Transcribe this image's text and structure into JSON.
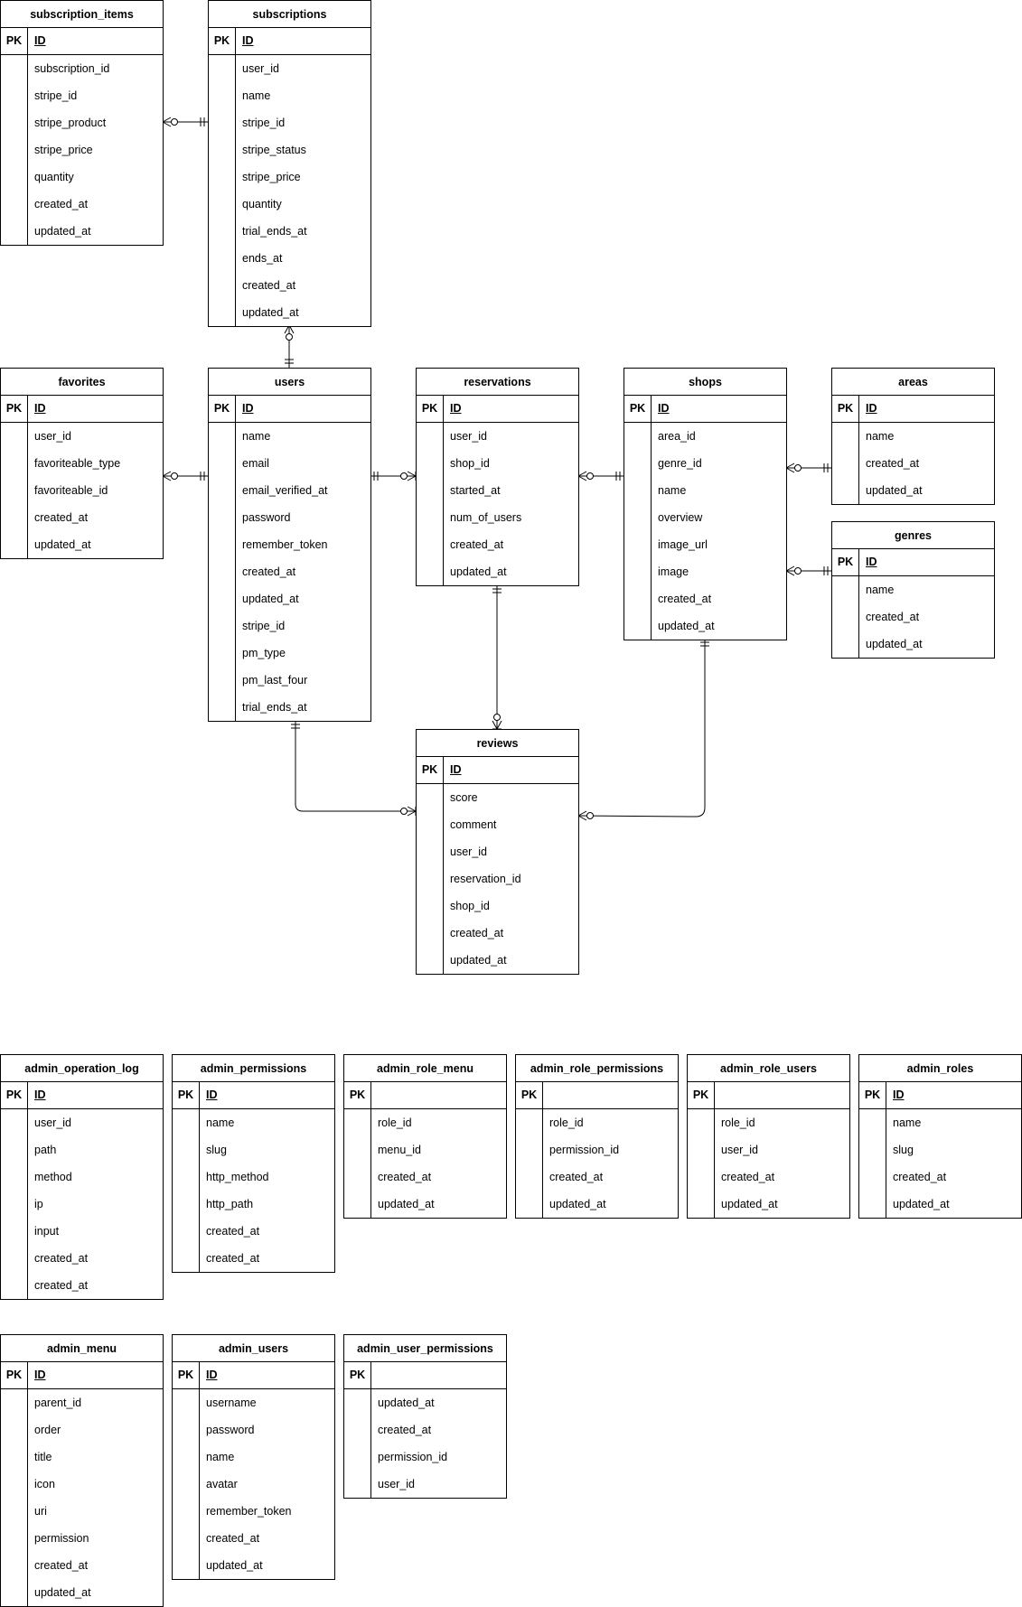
{
  "entities": {
    "subscription_items": {
      "title": "subscription_items",
      "pk_label": "PK",
      "pk_field": "ID",
      "fields": [
        "subscription_id",
        "stripe_id",
        "stripe_product",
        "stripe_price",
        "quantity",
        "created_at",
        "updated_at"
      ]
    },
    "subscriptions": {
      "title": "subscriptions",
      "pk_label": "PK",
      "pk_field": "ID",
      "fields": [
        "user_id",
        "name",
        "stripe_id",
        "stripe_status",
        "stripe_price",
        "quantity",
        "trial_ends_at",
        "ends_at",
        "created_at",
        "updated_at"
      ]
    },
    "favorites": {
      "title": "favorites",
      "pk_label": "PK",
      "pk_field": "ID",
      "fields": [
        "user_id",
        "favoriteable_type",
        "favoriteable_id",
        "created_at",
        "updated_at"
      ]
    },
    "users": {
      "title": "users",
      "pk_label": "PK",
      "pk_field": "ID",
      "fields": [
        "name",
        "email",
        "email_verified_at",
        "password",
        "remember_token",
        "created_at",
        "updated_at",
        "stripe_id",
        "pm_type",
        "pm_last_four",
        "trial_ends_at"
      ]
    },
    "reservations": {
      "title": "reservations",
      "pk_label": "PK",
      "pk_field": "ID",
      "fields": [
        "user_id",
        "shop_id",
        "started_at",
        "num_of_users",
        "created_at",
        "updated_at"
      ]
    },
    "shops": {
      "title": "shops",
      "pk_label": "PK",
      "pk_field": "ID",
      "fields": [
        "area_id",
        "genre_id",
        "name",
        "overview",
        "image_url",
        "image",
        "created_at",
        "updated_at"
      ]
    },
    "areas": {
      "title": "areas",
      "pk_label": "PK",
      "pk_field": "ID",
      "fields": [
        "name",
        "created_at",
        "updated_at"
      ]
    },
    "genres": {
      "title": "genres",
      "pk_label": "PK",
      "pk_field": "ID",
      "fields": [
        "name",
        "created_at",
        "updated_at"
      ]
    },
    "reviews": {
      "title": "reviews",
      "pk_label": "PK",
      "pk_field": "ID",
      "fields": [
        "score",
        "comment",
        "user_id",
        "reservation_id",
        "shop_id",
        "created_at",
        "updated_at"
      ]
    },
    "admin_operation_log": {
      "title": "admin_operation_log",
      "pk_label": "PK",
      "pk_field": "ID",
      "fields": [
        "user_id",
        "path",
        "method",
        "ip",
        "input",
        "created_at",
        "created_at"
      ]
    },
    "admin_permissions": {
      "title": "admin_permissions",
      "pk_label": "PK",
      "pk_field": "ID",
      "fields": [
        "name",
        "slug",
        "http_method",
        "http_path",
        "created_at",
        "created_at"
      ]
    },
    "admin_role_menu": {
      "title": "admin_role_menu",
      "pk_label": "PK",
      "pk_field": "",
      "fields": [
        "role_id",
        "menu_id",
        "created_at",
        "updated_at"
      ]
    },
    "admin_role_permissions": {
      "title": "admin_role_permissions",
      "pk_label": "PK",
      "pk_field": "",
      "fields": [
        "role_id",
        "permission_id",
        "created_at",
        "updated_at"
      ]
    },
    "admin_role_users": {
      "title": "admin_role_users",
      "pk_label": "PK",
      "pk_field": "",
      "fields": [
        "role_id",
        "user_id",
        "created_at",
        "updated_at"
      ]
    },
    "admin_roles": {
      "title": "admin_roles",
      "pk_label": "PK",
      "pk_field": "ID",
      "fields": [
        "name",
        "slug",
        "created_at",
        "updated_at"
      ]
    },
    "admin_menu": {
      "title": "admin_menu",
      "pk_label": "PK",
      "pk_field": "ID",
      "fields": [
        "parent_id",
        "order",
        "title",
        "icon",
        "uri",
        "permission",
        "created_at",
        "updated_at"
      ]
    },
    "admin_users": {
      "title": "admin_users",
      "pk_label": "PK",
      "pk_field": "ID",
      "fields": [
        "username",
        "password",
        "name",
        "avatar",
        "remember_token",
        "created_at",
        "updated_at"
      ]
    },
    "admin_user_permissions": {
      "title": "admin_user_permissions",
      "pk_label": "PK",
      "pk_field": "",
      "fields": [
        "updated_at",
        "created_at",
        "permission_id",
        "user_id"
      ]
    }
  },
  "relationships": [
    {
      "from": "subscription_items",
      "to": "subscriptions",
      "from_card": "zero-or-many",
      "to_card": "one-and-only-one"
    },
    {
      "from": "subscriptions",
      "to": "users",
      "from_card": "zero-or-many",
      "to_card": "one-and-only-one"
    },
    {
      "from": "favorites",
      "to": "users",
      "from_card": "zero-or-many",
      "to_card": "one-and-only-one"
    },
    {
      "from": "reservations",
      "to": "users",
      "from_card": "zero-or-many",
      "to_card": "one-and-only-one"
    },
    {
      "from": "reservations",
      "to": "shops",
      "from_card": "zero-or-many",
      "to_card": "one-and-only-one"
    },
    {
      "from": "shops",
      "to": "areas",
      "from_card": "zero-or-many",
      "to_card": "one-and-only-one"
    },
    {
      "from": "shops",
      "to": "genres",
      "from_card": "zero-or-many",
      "to_card": "one-and-only-one"
    },
    {
      "from": "reviews",
      "to": "reservations",
      "from_card": "zero-or-many",
      "to_card": "one-and-only-one"
    },
    {
      "from": "reviews",
      "to": "users",
      "from_card": "zero-or-many",
      "to_card": "one-and-only-one"
    },
    {
      "from": "reviews",
      "to": "shops",
      "from_card": "zero-or-many",
      "to_card": "one-and-only-one"
    }
  ]
}
